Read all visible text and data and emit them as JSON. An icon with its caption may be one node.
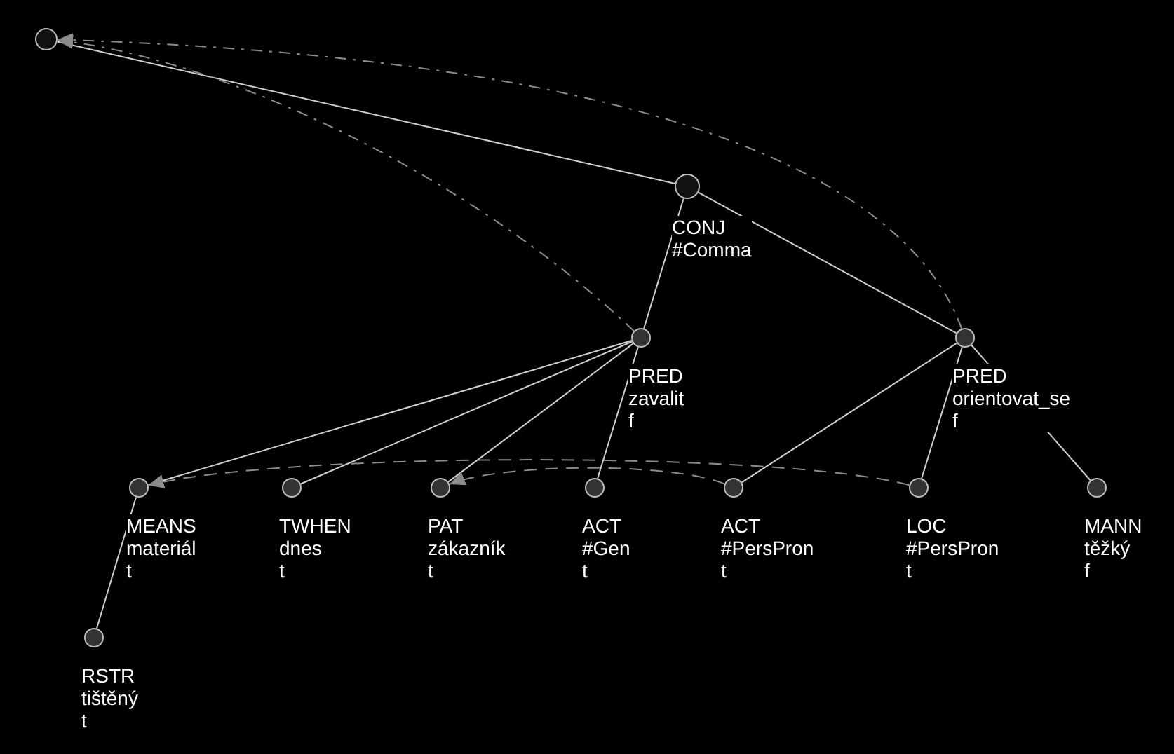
{
  "diagram": {
    "nodes": [
      {
        "text": [],
        "shape": "circle"
      },
      {
        "text": [
          "CONJ",
          "#Comma"
        ]
      },
      {
        "text": [
          "PRED",
          "zavalit",
          "f"
        ]
      },
      {
        "text": [
          "PRED",
          "orientovat_se",
          "f"
        ]
      },
      {
        "text": [
          "MEANS",
          "materiál",
          "t"
        ]
      },
      {
        "text": [
          "TWHEN",
          "dnes",
          "t"
        ]
      },
      {
        "text": [
          "PAT",
          "zákazník",
          "t"
        ]
      },
      {
        "text": [
          "ACT",
          "#Gen",
          "t"
        ]
      },
      {
        "text": [
          "ACT",
          "#PersPron",
          "t"
        ]
      },
      {
        "text": [
          "LOC",
          "#PersPron",
          "t"
        ]
      },
      {
        "text": [
          "MANN",
          "těžký",
          "f"
        ]
      },
      {
        "text": [
          "RSTR",
          "tištěný",
          "t"
        ]
      }
    ],
    "edges": [
      {
        "from": 0,
        "to": 1,
        "arrow": "none"
      },
      {
        "from": 1,
        "to": 2,
        "arrow": "none"
      },
      {
        "from": 1,
        "to": 3,
        "arrow": "none"
      },
      {
        "from": 2,
        "to": 4,
        "arrow": "none"
      },
      {
        "from": 2,
        "to": 5,
        "arrow": "none"
      },
      {
        "from": 2,
        "to": 6,
        "arrow": "none"
      },
      {
        "from": 2,
        "to": 7,
        "arrow": "none"
      },
      {
        "from": 3,
        "to": 8,
        "arrow": "none"
      },
      {
        "from": 3,
        "to": 9,
        "arrow": "none"
      },
      {
        "from": 3,
        "to": 10,
        "arrow": "none"
      },
      {
        "from": 4,
        "to": 11,
        "arrow": "none"
      },
      {
        "from": 2,
        "to": 0,
        "arrow": "to",
        "style": "dashed",
        "color": "#8c8c8c"
      },
      {
        "from": 3,
        "to": 0,
        "arrow": "to",
        "style": "dashed",
        "color": "#8c8c8c"
      },
      {
        "from": 8,
        "to": 6,
        "arrow": "to",
        "style": "dashed",
        "color": "#8c8c8c"
      },
      {
        "from": 9,
        "to": 4,
        "arrow": "to",
        "style": "dashed",
        "color": "#8c8c8c"
      }
    ]
  }
}
